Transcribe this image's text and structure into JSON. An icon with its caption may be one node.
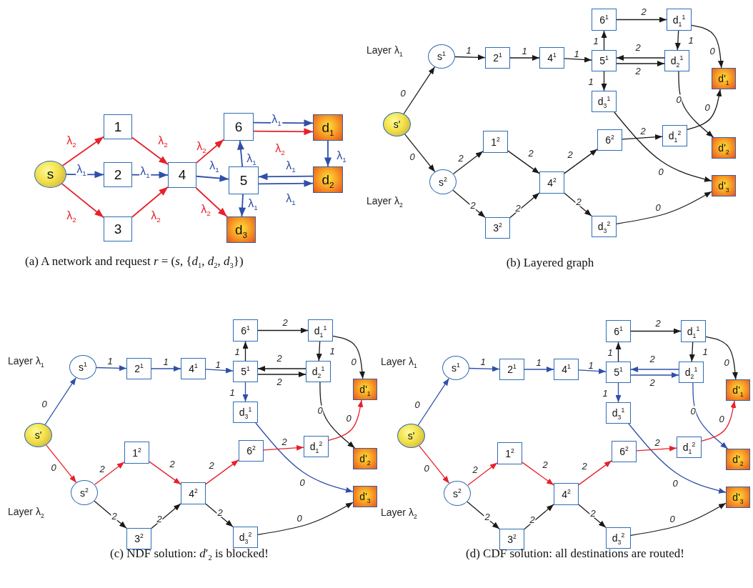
{
  "diagram": {
    "nodes": [
      {
        "text": [
          "s"
        ]
      },
      {
        "text": [
          "1"
        ]
      },
      {
        "text": [
          "2"
        ]
      },
      {
        "text": [
          "3"
        ]
      },
      {
        "text": [
          "4"
        ]
      },
      {
        "text": [
          "6"
        ]
      },
      {
        "text": [
          "5"
        ]
      },
      {
        "text": [
          "d$_{1}$"
        ]
      },
      {
        "text": [
          "d$_{2}$"
        ]
      },
      {
        "text": [
          "d$_{3}$"
        ]
      },
      {
        "text": [
          "s'"
        ]
      },
      {
        "text": [
          "s$^{1}$"
        ]
      },
      {
        "text": [
          "2$^{1}$"
        ]
      },
      {
        "text": [
          "4$^{1}$"
        ]
      },
      {
        "text": [
          "5$^{1}$"
        ]
      },
      {
        "text": [
          "6$^{1}$"
        ]
      },
      {
        "text": [
          "d$_{1}$$^{1}$"
        ]
      },
      {
        "text": [
          "d$_{2}$$^{1}$"
        ]
      },
      {
        "text": [
          "d$_{3}$$^{1}$"
        ]
      },
      {
        "text": [
          "d'$_{1}$"
        ]
      },
      {
        "text": [
          "d'$_{2}$"
        ]
      },
      {
        "text": [
          "d'$_{3}$"
        ]
      },
      {
        "text": [
          "s$^{2}$"
        ]
      },
      {
        "text": [
          "1$^{2}$"
        ]
      },
      {
        "text": [
          "3$^{2}$"
        ]
      },
      {
        "text": [
          "4$^{2}$"
        ]
      },
      {
        "text": [
          "6$^{2}$"
        ]
      },
      {
        "text": [
          "d$_{1}$$^{2}$"
        ]
      },
      {
        "text": [
          "d$_{3}$$^{2}$"
        ]
      },
      {
        "text": [
          "s'"
        ]
      },
      {
        "text": [
          "s$^{1}$"
        ]
      },
      {
        "text": [
          "2$^{1}$"
        ]
      },
      {
        "text": [
          "4$^{1}$"
        ]
      },
      {
        "text": [
          "5$^{1}$"
        ]
      },
      {
        "text": [
          "6$^{1}$"
        ]
      },
      {
        "text": [
          "d$_{1}$$^{1}$"
        ]
      },
      {
        "text": [
          "d$_{2}$$^{1}$"
        ]
      },
      {
        "text": [
          "d$_{3}$$^{1}$"
        ]
      },
      {
        "text": [
          "d'$_{1}$"
        ]
      },
      {
        "text": [
          "d'$_{2}$"
        ]
      },
      {
        "text": [
          "d'$_{3}$"
        ]
      },
      {
        "text": [
          "s$^{2}$"
        ]
      },
      {
        "text": [
          "1$^{2}$"
        ]
      },
      {
        "text": [
          "3$^{2}$"
        ]
      },
      {
        "text": [
          "4$^{2}$"
        ]
      },
      {
        "text": [
          "6$^{2}$"
        ]
      },
      {
        "text": [
          "d$_{1}$$^{2}$"
        ]
      },
      {
        "text": [
          "d$_{3}$$^{2}$"
        ]
      },
      {
        "text": [
          "s'"
        ]
      },
      {
        "text": [
          "s$^{1}$"
        ]
      },
      {
        "text": [
          "2$^{1}$"
        ]
      },
      {
        "text": [
          "4$^{1}$"
        ]
      },
      {
        "text": [
          "5$^{1}$"
        ]
      },
      {
        "text": [
          "6$^{1}$"
        ]
      },
      {
        "text": [
          "d$_{1}$$^{1}$"
        ]
      },
      {
        "text": [
          "d$_{2}$$^{1}$"
        ]
      },
      {
        "text": [
          "d$_{3}$$^{1}$"
        ]
      },
      {
        "text": [
          "d'$_{1}$"
        ]
      },
      {
        "text": [
          "d'$_{2}$"
        ]
      },
      {
        "text": [
          "d'$_{3}$"
        ]
      },
      {
        "text": [
          "s$^{2}$"
        ]
      },
      {
        "text": [
          "1$^{2}$"
        ]
      },
      {
        "text": [
          "3$^{2}$"
        ]
      },
      {
        "text": [
          "4$^{2}$"
        ]
      },
      {
        "text": [
          "6$^{2}$"
        ]
      },
      {
        "text": [
          "d$_{1}$$^{2}$"
        ]
      },
      {
        "text": [
          "d$_{3}$$^{2}$"
        ]
      }
    ],
    "edges": [
      {
        "from": 0,
        "to": 1,
        "arrow": "to",
        "label": "λ$_{2}$",
        "color": "#e8202a"
      },
      {
        "from": 0,
        "to": 2,
        "arrow": "to",
        "label": "λ$_{1}$",
        "color": "#2f4fa8"
      },
      {
        "from": 0,
        "to": 3,
        "arrow": "to",
        "label": "λ$_{2}$",
        "color": "#e8202a"
      },
      {
        "from": 1,
        "to": 4,
        "arrow": "to",
        "label": "λ$_{2}$",
        "color": "#e8202a"
      },
      {
        "from": 2,
        "to": 4,
        "arrow": "to",
        "label": "λ$_{1}$",
        "color": "#2f4fa8"
      },
      {
        "from": 3,
        "to": 4,
        "arrow": "to",
        "label": "λ$_{2}$",
        "color": "#e8202a"
      },
      {
        "from": 4,
        "to": 5,
        "arrow": "to",
        "label": "λ$_{2}$",
        "color": "#e8202a"
      },
      {
        "from": 4,
        "to": 6,
        "arrow": "to",
        "label": "λ$_{1}$",
        "color": "#2f4fa8"
      },
      {
        "from": 4,
        "to": 9,
        "arrow": "to",
        "label": "λ$_{2}$",
        "color": "#e8202a"
      },
      {
        "from": 5,
        "to": 7,
        "arrow": "to",
        "label": "λ$_{1}$",
        "color": "#2f4fa8"
      },
      {
        "from": 5,
        "to": 7,
        "arrow": "to",
        "label": "λ$_{2}$",
        "color": "#e8202a"
      },
      {
        "from": 6,
        "to": 5,
        "arrow": "to",
        "label": "λ$_{1}$",
        "color": "#2f4fa8"
      },
      {
        "from": 7,
        "to": 8,
        "arrow": "to",
        "label": "λ$_{1}$",
        "color": "#2f4fa8"
      },
      {
        "from": 8,
        "to": 6,
        "arrow": "to",
        "label": "λ$_{1}$",
        "color": "#2f4fa8"
      },
      {
        "from": 6,
        "to": 8,
        "arrow": "to",
        "label": "λ$_{1}$",
        "color": "#2f4fa8"
      },
      {
        "from": 6,
        "to": 9,
        "arrow": "to",
        "label": "λ$_{1}$",
        "color": "#2f4fa8"
      },
      {
        "from": 10,
        "to": 11,
        "arrow": "to",
        "label": "0"
      },
      {
        "from": 10,
        "to": 22,
        "arrow": "to",
        "label": "0"
      },
      {
        "from": 11,
        "to": 12,
        "arrow": "to",
        "label": "1"
      },
      {
        "from": 12,
        "to": 13,
        "arrow": "to",
        "label": "1"
      },
      {
        "from": 13,
        "to": 14,
        "arrow": "to",
        "label": "1"
      },
      {
        "from": 14,
        "to": 15,
        "arrow": "to",
        "label": "1"
      },
      {
        "from": 14,
        "to": 18,
        "arrow": "to",
        "label": "1"
      },
      {
        "from": 15,
        "to": 16,
        "arrow": "to",
        "label": "2"
      },
      {
        "from": 16,
        "to": 17,
        "arrow": "to",
        "label": "1"
      },
      {
        "from": 17,
        "to": 14,
        "arrow": "to",
        "label": "2"
      },
      {
        "from": 14,
        "to": 17,
        "arrow": "to",
        "label": "2"
      },
      {
        "from": 16,
        "to": 19,
        "arrow": "to",
        "label": "0"
      },
      {
        "from": 17,
        "to": 20,
        "arrow": "to",
        "label": "0"
      },
      {
        "from": 18,
        "to": 21,
        "arrow": "to",
        "label": "0"
      },
      {
        "from": 22,
        "to": 23,
        "arrow": "to",
        "label": "2"
      },
      {
        "from": 22,
        "to": 24,
        "arrow": "to",
        "label": "2"
      },
      {
        "from": 23,
        "to": 25,
        "arrow": "to",
        "label": "2"
      },
      {
        "from": 24,
        "to": 25,
        "arrow": "to",
        "label": "2"
      },
      {
        "from": 25,
        "to": 26,
        "arrow": "to",
        "label": "2"
      },
      {
        "from": 25,
        "to": 28,
        "arrow": "to",
        "label": "2"
      },
      {
        "from": 26,
        "to": 27,
        "arrow": "to",
        "label": "2"
      },
      {
        "from": 27,
        "to": 19,
        "arrow": "to",
        "label": "0"
      },
      {
        "from": 28,
        "to": 21,
        "arrow": "to",
        "label": "0"
      },
      {
        "from": 29,
        "to": 30,
        "arrow": "to",
        "label": "0",
        "color": "#2f4fa8"
      },
      {
        "from": 29,
        "to": 41,
        "arrow": "to",
        "label": "0",
        "color": "#e8202a"
      },
      {
        "from": 30,
        "to": 31,
        "arrow": "to",
        "label": "1",
        "color": "#2f4fa8"
      },
      {
        "from": 31,
        "to": 32,
        "arrow": "to",
        "label": "1",
        "color": "#2f4fa8"
      },
      {
        "from": 32,
        "to": 33,
        "arrow": "to",
        "label": "1",
        "color": "#2f4fa8"
      },
      {
        "from": 33,
        "to": 34,
        "arrow": "to",
        "label": "1"
      },
      {
        "from": 33,
        "to": 37,
        "arrow": "to",
        "label": "1",
        "color": "#2f4fa8"
      },
      {
        "from": 34,
        "to": 35,
        "arrow": "to",
        "label": "2"
      },
      {
        "from": 35,
        "to": 36,
        "arrow": "to",
        "label": "1"
      },
      {
        "from": 36,
        "to": 33,
        "arrow": "to",
        "label": "2"
      },
      {
        "from": 33,
        "to": 36,
        "arrow": "to",
        "label": "2"
      },
      {
        "from": 35,
        "to": 38,
        "arrow": "to",
        "label": "0"
      },
      {
        "from": 36,
        "to": 39,
        "arrow": "to",
        "label": "0"
      },
      {
        "from": 37,
        "to": 40,
        "arrow": "to",
        "label": "0",
        "color": "#2f4fa8"
      },
      {
        "from": 41,
        "to": 42,
        "arrow": "to",
        "label": "2",
        "color": "#e8202a"
      },
      {
        "from": 41,
        "to": 43,
        "arrow": "to",
        "label": "2"
      },
      {
        "from": 42,
        "to": 44,
        "arrow": "to",
        "label": "2",
        "color": "#e8202a"
      },
      {
        "from": 43,
        "to": 44,
        "arrow": "to",
        "label": "2"
      },
      {
        "from": 44,
        "to": 45,
        "arrow": "to",
        "label": "2",
        "color": "#e8202a"
      },
      {
        "from": 44,
        "to": 47,
        "arrow": "to",
        "label": "2"
      },
      {
        "from": 45,
        "to": 46,
        "arrow": "to",
        "label": "2",
        "color": "#e8202a"
      },
      {
        "from": 46,
        "to": 38,
        "arrow": "to",
        "label": "0",
        "color": "#e8202a"
      },
      {
        "from": 47,
        "to": 40,
        "arrow": "to",
        "label": "0"
      },
      {
        "from": 48,
        "to": 49,
        "arrow": "to",
        "label": "0",
        "color": "#2f4fa8"
      },
      {
        "from": 48,
        "to": 60,
        "arrow": "to",
        "label": "0",
        "color": "#e8202a"
      },
      {
        "from": 49,
        "to": 50,
        "arrow": "to",
        "label": "1",
        "color": "#2f4fa8"
      },
      {
        "from": 50,
        "to": 51,
        "arrow": "to",
        "label": "1",
        "color": "#2f4fa8"
      },
      {
        "from": 51,
        "to": 52,
        "arrow": "to",
        "label": "1",
        "color": "#2f4fa8"
      },
      {
        "from": 52,
        "to": 53,
        "arrow": "to",
        "label": "1"
      },
      {
        "from": 52,
        "to": 56,
        "arrow": "to",
        "label": "1",
        "color": "#2f4fa8"
      },
      {
        "from": 53,
        "to": 54,
        "arrow": "to",
        "label": "2"
      },
      {
        "from": 54,
        "to": 55,
        "arrow": "to",
        "label": "1"
      },
      {
        "from": 55,
        "to": 52,
        "arrow": "to",
        "label": "2",
        "color": "#2f4fa8"
      },
      {
        "from": 52,
        "to": 55,
        "arrow": "to",
        "label": "2",
        "color": "#2f4fa8"
      },
      {
        "from": 54,
        "to": 57,
        "arrow": "to",
        "label": "0"
      },
      {
        "from": 55,
        "to": 58,
        "arrow": "to",
        "label": "0",
        "color": "#2f4fa8"
      },
      {
        "from": 56,
        "to": 59,
        "arrow": "to",
        "label": "0",
        "color": "#2f4fa8"
      },
      {
        "from": 60,
        "to": 61,
        "arrow": "to",
        "label": "2",
        "color": "#e8202a"
      },
      {
        "from": 60,
        "to": 62,
        "arrow": "to",
        "label": "2"
      },
      {
        "from": 61,
        "to": 63,
        "arrow": "to",
        "label": "2",
        "color": "#e8202a"
      },
      {
        "from": 62,
        "to": 63,
        "arrow": "to",
        "label": "2"
      },
      {
        "from": 63,
        "to": 64,
        "arrow": "to",
        "label": "2",
        "color": "#e8202a"
      },
      {
        "from": 63,
        "to": 66,
        "arrow": "to",
        "label": "2"
      },
      {
        "from": 64,
        "to": 65,
        "arrow": "to",
        "label": "2",
        "color": "#e8202a"
      },
      {
        "from": 65,
        "to": 57,
        "arrow": "to",
        "label": "0",
        "color": "#e8202a"
      },
      {
        "from": 66,
        "to": 59,
        "arrow": "to",
        "label": "0"
      }
    ],
    "labels": [
      "Layer λ$_{1}$",
      "Layer λ$_{2}$",
      "(a) A network and request *r* = (*s*, {*d*$_{1}$, *d*$_{2}$, *d*$_{3}$})",
      "(b) Layered graph",
      "Layer λ$_{1}$",
      "Layer λ$_{2}$",
      "Layer λ$_{1}$",
      "Layer λ$_{2}$",
      "(c) NDF solution: *d*′$_{2}$ is blocked!",
      "(d) CDF solution: all destinations are routed!"
    ]
  }
}
